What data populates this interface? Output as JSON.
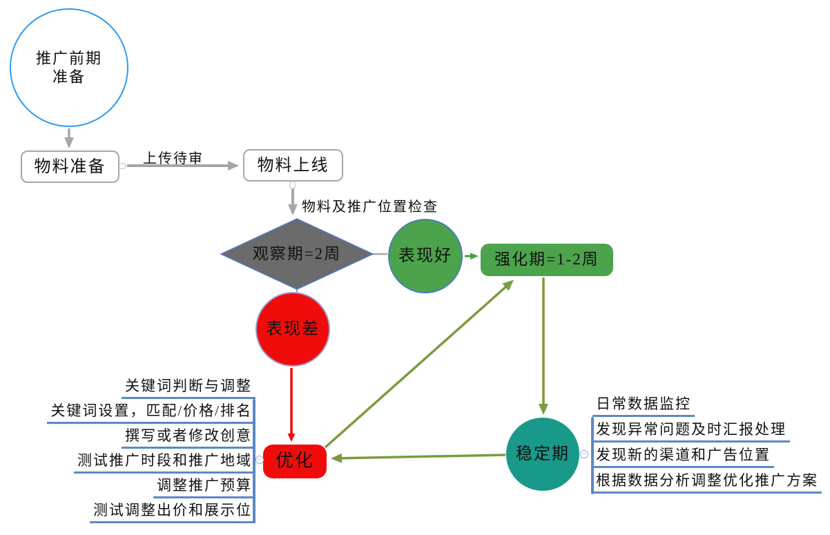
{
  "colors": {
    "start_border_blue": "#2e9bf0",
    "gray_connector": "#a6a6a6",
    "diamond_fill": "#6b6b6b",
    "diamond_border": "#4e7ac7",
    "green_node": "#4ca34c",
    "green_node_border": "#4a7ebb",
    "red_node": "#f10c0c",
    "red_node_border": "#9a9ad0",
    "teal_node": "#18998a",
    "olive_arrow": "#7b9b3e",
    "green_arrow": "#48a348",
    "red_arrow": "#ee0c0c",
    "list_line_blue": "#5d87c6"
  },
  "icons": {
    "collapse_minus": "−"
  },
  "nodes": {
    "start": {
      "line1": "推广前期",
      "line2": "准备"
    },
    "material_prepare": "物料准备",
    "material_online": "物料上线",
    "observe": "观察期=2周",
    "perform_good": "表现好",
    "reinforce": "强化期=1-2周",
    "perform_bad": "表现差",
    "optimize": "优化",
    "stable": "稳定期"
  },
  "edge_labels": {
    "upload": "上传待审",
    "check": "物料及推广位置检查"
  },
  "optimize_items": [
    "关键词判断与调整",
    "关键词设置，匹配/价格/排名",
    "撰写或者修改创意",
    "测试推广时段和推广地域",
    "调整推广预算",
    "测试调整出价和展示位"
  ],
  "stable_items": [
    "日常数据监控",
    "发现异常问题及时汇报处理",
    "发现新的渠道和广告位置",
    "根据数据分析调整优化推广方案"
  ]
}
